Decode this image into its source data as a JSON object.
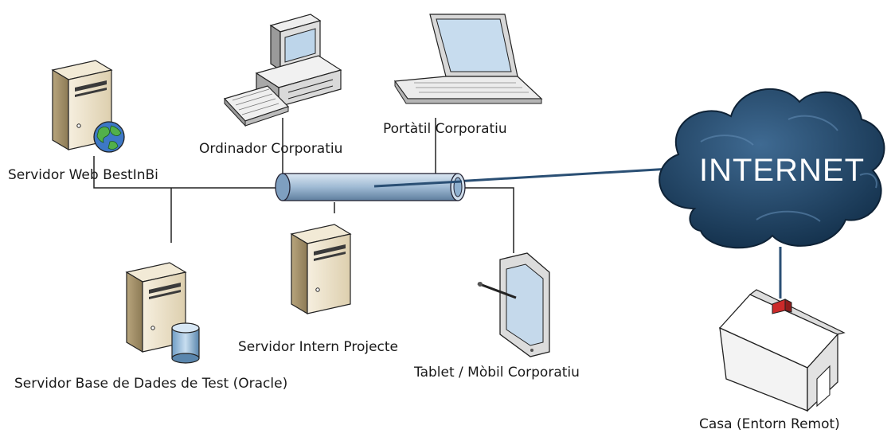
{
  "nodes": {
    "web_server": "Servidor Web BestInBi",
    "desktop": "Ordinador Corporatiu",
    "laptop": "Portàtil Corporatiu",
    "internet": "INTERNET",
    "db_server": "Servidor Base de Dades de Test (Oracle)",
    "intern_server": "Servidor Intern Projecte",
    "tablet": "Tablet / Mòbil Corporatiu",
    "home": "Casa (Entorn Remot)"
  },
  "colors": {
    "cloud": "#1e4566",
    "pipe": "#a9c2db",
    "server_body": "#e9dcc0",
    "server_side": "#a9966d",
    "connector": "#222222",
    "internet_link": "#2a4f74"
  },
  "icons": {
    "web_server": "server-with-globe-icon",
    "desktop": "desktop-computer-icon",
    "laptop": "laptop-icon",
    "db_server": "server-with-database-icon",
    "intern_server": "server-icon",
    "tablet": "tablet-icon",
    "home": "house-icon",
    "internet": "cloud-icon",
    "network": "network-pipe-icon"
  }
}
